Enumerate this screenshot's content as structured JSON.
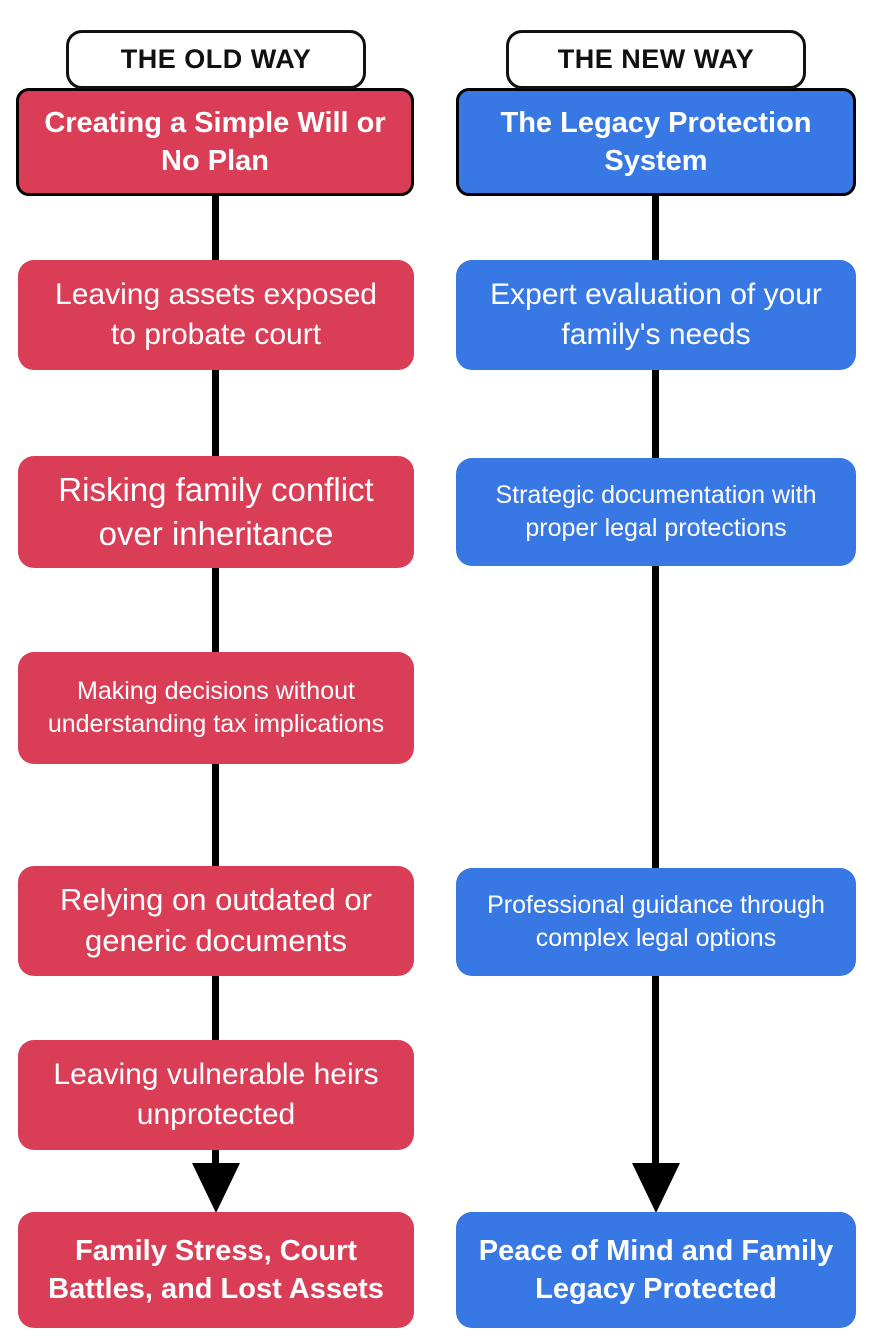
{
  "colors": {
    "old_way_box": "#da3e56",
    "new_way_box": "#3878e4",
    "connector": "#000000",
    "box_text": "#ffffff",
    "header_text": "#111111"
  },
  "columns": [
    {
      "header": "THE OLD WAY",
      "title": "Creating a Simple Will or No Plan",
      "steps": [
        "Leaving assets exposed to probate court",
        "Risking family conflict over inheritance",
        "Making decisions without understanding tax implications",
        "Relying on outdated or generic documents",
        "Leaving vulnerable heirs unprotected"
      ],
      "result": "Family Stress, Court Battles, and Lost Assets"
    },
    {
      "header": "THE NEW WAY",
      "title": "The Legacy Protection System",
      "steps": [
        "Expert evaluation of your family's needs",
        "Strategic documentation with proper legal protections",
        "Professional guidance through complex legal options"
      ],
      "result": "Peace of Mind and Family Legacy Protected"
    }
  ]
}
